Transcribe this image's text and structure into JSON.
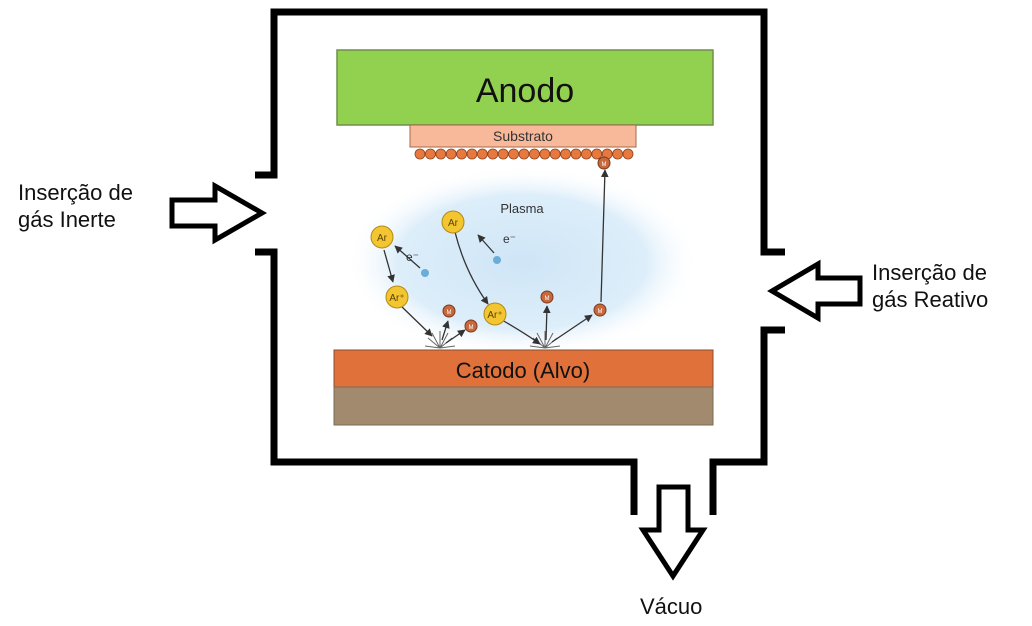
{
  "anode_label": "Anodo",
  "substrate_label": "Substrato",
  "plasma_label": "Plasma",
  "cathode_label": "Catodo (Alvo)",
  "argon_label": "Ar",
  "argon_ion_label": "Ar⁺",
  "electron_label": "e⁻",
  "metal_atom_label": "M",
  "inert_gas_inlet": {
    "line1": "Inserção de",
    "line2": "gás Inerte"
  },
  "reactive_gas_inlet": {
    "line1": "Inserção de",
    "line2": "gás Reativo"
  },
  "vacuum_label": "Vácuo",
  "colors": {
    "anode": "#92d050",
    "substrate": "#f7b99a",
    "substrate_atoms": "#e8793e",
    "cathode": "#e0713a",
    "cathode_base": "#a18a6e",
    "plasma": "#d5e9f7",
    "argon": "#f2c531",
    "electron": "#6aaed8",
    "metal_atom": "#c8693c",
    "chamber": "#000000"
  }
}
